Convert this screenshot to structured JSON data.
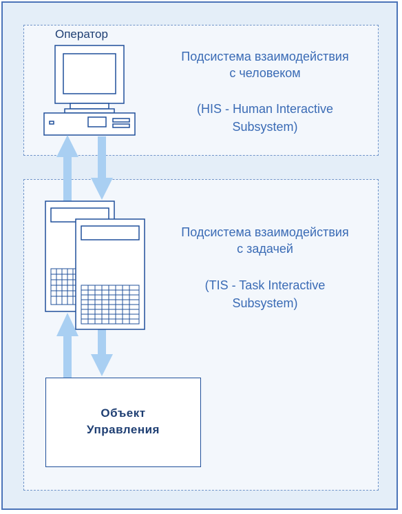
{
  "operator_label": "Оператор",
  "his": {
    "title_line1": "Подсистема взаимодействия",
    "title_line2": "с человеком",
    "en_line1": "(HIS - Human Interactive",
    "en_line2": "Subsystem)"
  },
  "tis": {
    "title_line1": "Подсистема взаимодействия",
    "title_line2": "с задачей",
    "en_line1": "(TIS - Task Interactive",
    "en_line2": "Subsystem)"
  },
  "object": {
    "line1": "Объект",
    "line2": "Управления"
  },
  "colors": {
    "frame_border": "#4a73b8",
    "text_blue": "#3a6bb5",
    "arrow": "#a9cff2",
    "device_stroke": "#1f4f9a"
  }
}
